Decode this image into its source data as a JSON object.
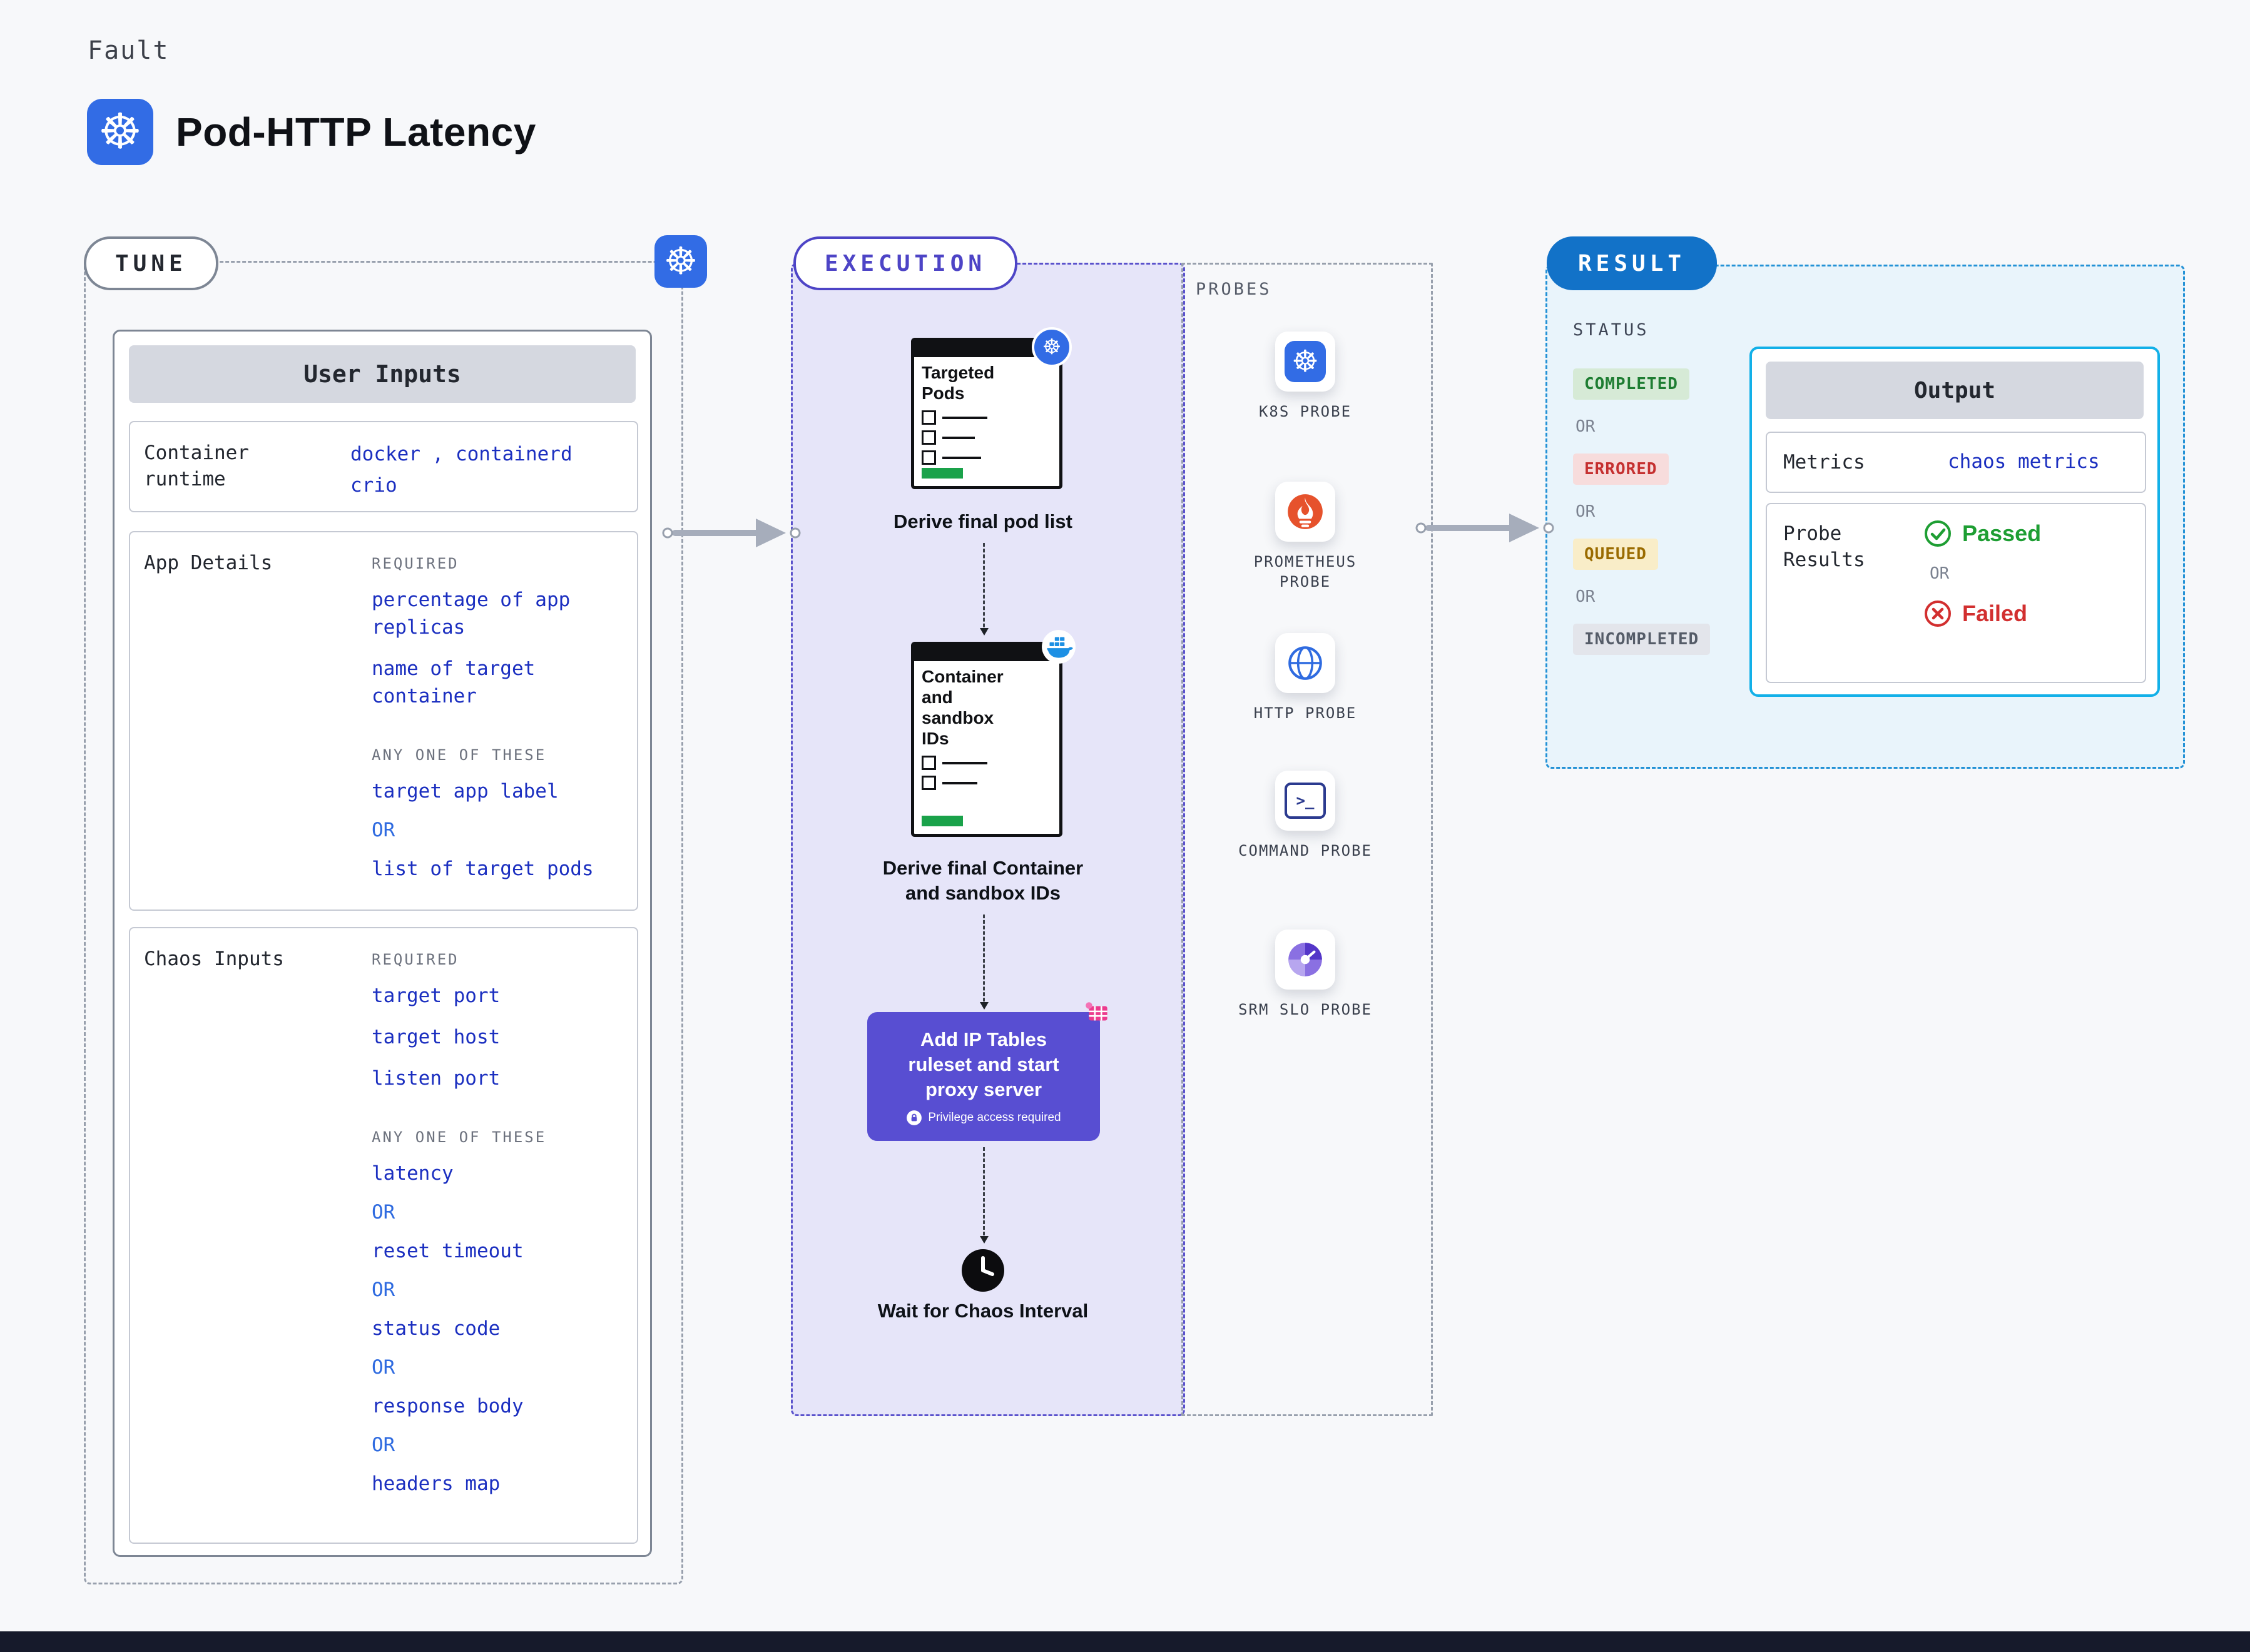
{
  "header": {
    "kicker": "Fault",
    "title": "Pod-HTTP Latency"
  },
  "tune": {
    "label": "TUNE",
    "card_title": "User Inputs",
    "container_runtime": {
      "label": "Container runtime",
      "line1": "docker , containerd",
      "line2": "crio"
    },
    "app_details": {
      "label": "App Details",
      "required_label": "REQUIRED",
      "required": [
        "percentage of app replicas",
        "name of target container"
      ],
      "any_one_label": "ANY ONE OF THESE",
      "or_label": "OR",
      "any_one": [
        "target app label",
        "list of target pods"
      ]
    },
    "chaos_inputs": {
      "label": "Chaos Inputs",
      "required_label": "REQUIRED",
      "required": [
        "target port",
        "target host",
        "listen port"
      ],
      "any_one_label": "ANY ONE OF THESE",
      "or_label": "OR",
      "any_one": [
        "latency",
        "reset timeout",
        "status code",
        "response body",
        "headers map"
      ]
    }
  },
  "execution": {
    "label": "EXECUTION",
    "doc1_title": "Targeted Pods",
    "caption1": "Derive final pod list",
    "doc2_title": "Container and sandbox IDs",
    "caption2": "Derive final Container and sandbox IDs",
    "action_title": "Add IP Tables ruleset and start proxy server",
    "action_note": "Privilege access required",
    "caption4": "Wait for Chaos Interval"
  },
  "probes": {
    "label": "PROBES",
    "items": [
      "K8S PROBE",
      "PROMETHEUS PROBE",
      "HTTP PROBE",
      "COMMAND PROBE",
      "SRM SLO PROBE"
    ]
  },
  "result": {
    "label": "RESULT",
    "status_label": "STATUS",
    "or_label": "OR",
    "statuses": [
      {
        "label": "COMPLETED",
        "fg": "#1e7d32",
        "bg": "#d6ead6"
      },
      {
        "label": "ERRORED",
        "fg": "#c53030",
        "bg": "#f7dcdc"
      },
      {
        "label": "QUEUED",
        "fg": "#9a6b00",
        "bg": "#f9edc8"
      },
      {
        "label": "INCOMPLETED",
        "fg": "#555c68",
        "bg": "#e3e5eb"
      }
    ],
    "output": {
      "title": "Output",
      "metrics_label": "Metrics",
      "metrics_value": "chaos metrics",
      "probe_results_label": "Probe Results",
      "passed_label": "Passed",
      "failed_label": "Failed"
    }
  },
  "colors": {
    "k8s_blue": "#326ce5",
    "link_blue": "#1b2fc0",
    "purple": "#584ed2",
    "result_blue": "#1272c8",
    "green": "#1e9e33",
    "red": "#d22f2f",
    "cyan_border": "#12b0e8",
    "background": "#f7f8fa"
  }
}
